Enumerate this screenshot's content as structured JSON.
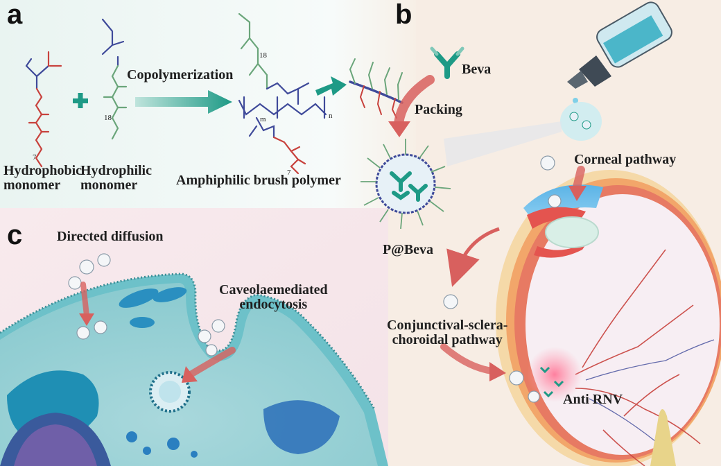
{
  "panels": {
    "a": "a",
    "b": "b",
    "c": "c"
  },
  "panel_a": {
    "hydrophobic_label": "Hydrophobic\nmonomer",
    "hydrophilic_label": "Hydrophilic\nmonomer",
    "arrow_label": "Copolymerization",
    "polymer_label": "Amphiphilic brush polymer",
    "subscript_7": "7",
    "subscript_18": "18",
    "subscript_m": "m",
    "subscript_n": "n"
  },
  "panel_b": {
    "beva": "Beva",
    "packing": "Packing",
    "complex": "P@Beva",
    "corneal": "Corneal pathway",
    "conjunctival": "Conjunctival-sclera-\nchoroidal pathway",
    "anti_rnv": "Anti RNV"
  },
  "panel_c": {
    "directed": "Directed diffusion",
    "caveolae": "Caveolaemediated\nendocytosis"
  },
  "colors": {
    "teal": "#1e9a86",
    "red_arrow": "#d8605e",
    "hydrophobic": "#c8423d",
    "backbone": "#3f4a9a",
    "peg": "#6aa57a"
  }
}
